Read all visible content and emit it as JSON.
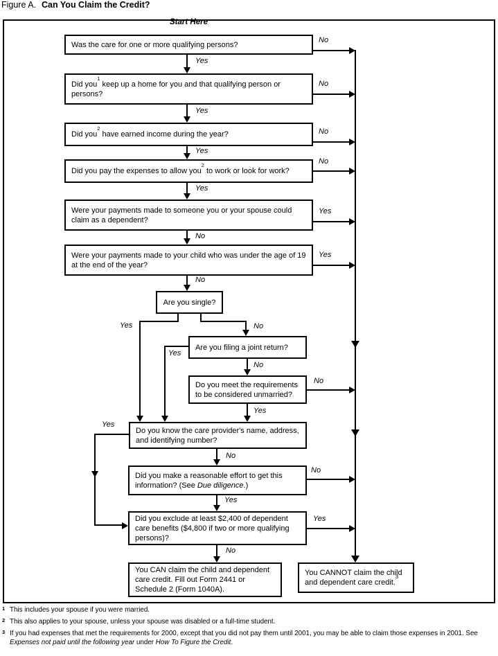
{
  "title": {
    "prefix": "Figure A.",
    "main": "Can You Claim the Credit?"
  },
  "start_here": "Start Here",
  "labels": {
    "yes": "Yes",
    "no": "No"
  },
  "boxes": {
    "q_qualifying": {
      "text": "Was the care for one or more qualifying persons?"
    },
    "q_home": {
      "pre": "Did you",
      "sup": "1",
      "post": " keep up a home for you and that qualifying person or persons?"
    },
    "q_income": {
      "pre": "Did you",
      "sup": "2",
      "post": " have earned income during the year?"
    },
    "q_expenses": {
      "pre": "Did you pay the expenses to allow you",
      "sup": "2",
      "post": " to work or look for work?"
    },
    "q_dependent": {
      "text": "Were your payments made to someone you or your spouse could claim as a dependent?"
    },
    "q_child19": {
      "text": "Were your payments made to your child who was under the age of 19 at the end of the year?"
    },
    "q_single": {
      "text": "Are you single?"
    },
    "q_joint": {
      "text": "Are you filing a joint return?"
    },
    "q_unmarried": {
      "text": "Do you meet the requirements to be considered unmarried?"
    },
    "q_provider": {
      "text": "Do you know the care provider's name, address, and identifying number?"
    },
    "q_effort": {
      "pre": "Did you make a reasonable effort to get this information? (See ",
      "italic": "Due diligence",
      "post": ".)"
    },
    "q_exclude": {
      "text": "Did you exclude at least $2,400 of dependent care benefits ($4,800 if two or more qualifying persons)?"
    },
    "result_can": {
      "text": "You CAN claim the child and dependent care credit. Fill out Form 2441 or Schedule 2 (Form 1040A)."
    },
    "result_cannot": {
      "text": "You CANNOT claim the child and dependent care credit.",
      "sup": "3"
    }
  },
  "footnotes": [
    {
      "marker": "1",
      "text": "This includes your spouse if you were married."
    },
    {
      "marker": "2",
      "text": "This also applies to your spouse, unless your spouse was disabled or a full-time student."
    },
    {
      "marker": "3",
      "pre": "If you had expenses that met the requirements for 2000, except that you did not pay them until 2001, you may be able to claim those expenses in 2001. See ",
      "italic1": "Expenses not paid until the following year",
      "mid": " under ",
      "italic2": "How To Figure the Credit",
      "post": "."
    }
  ]
}
